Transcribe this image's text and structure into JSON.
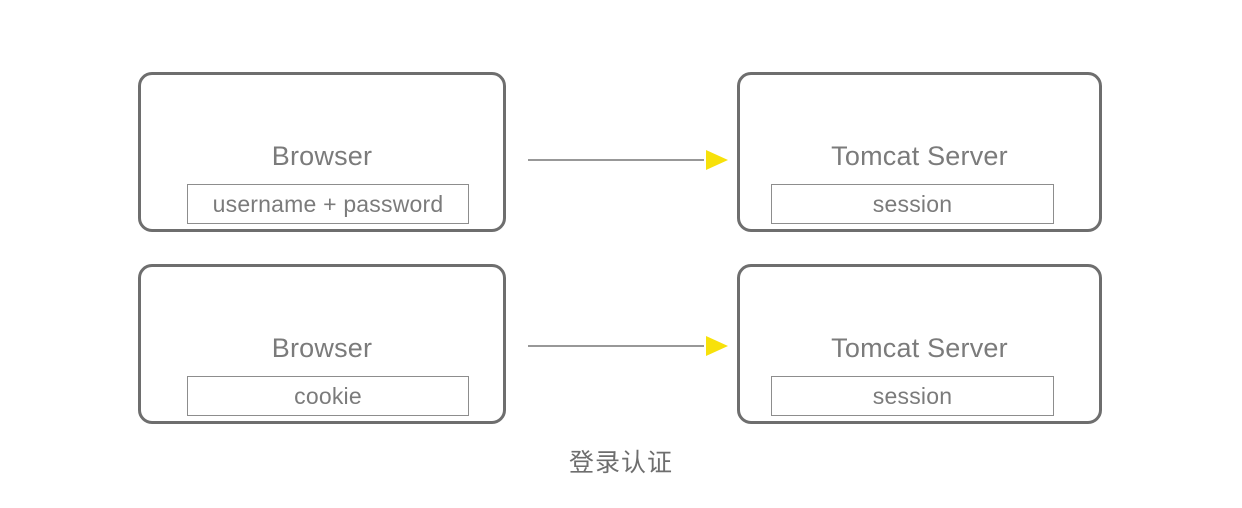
{
  "diagram": {
    "caption": "登录认证",
    "colors": {
      "box_border": "#6e6e6e",
      "inner_border": "#8d8d8d",
      "text": "#7b7b7b",
      "arrow_line": "#8a8a8a",
      "arrow_head": "#f7e10a",
      "background": "#ffffff"
    },
    "rows": [
      {
        "id": "row-login",
        "client": {
          "title": "Browser",
          "payload": "username + password"
        },
        "arrow": {
          "direction": "right",
          "label": ""
        },
        "server": {
          "title": "Tomcat Server",
          "payload": "session"
        }
      },
      {
        "id": "row-cookie",
        "client": {
          "title": "Browser",
          "payload": "cookie"
        },
        "arrow": {
          "direction": "right",
          "label": ""
        },
        "server": {
          "title": "Tomcat Server",
          "payload": "session"
        }
      }
    ]
  }
}
